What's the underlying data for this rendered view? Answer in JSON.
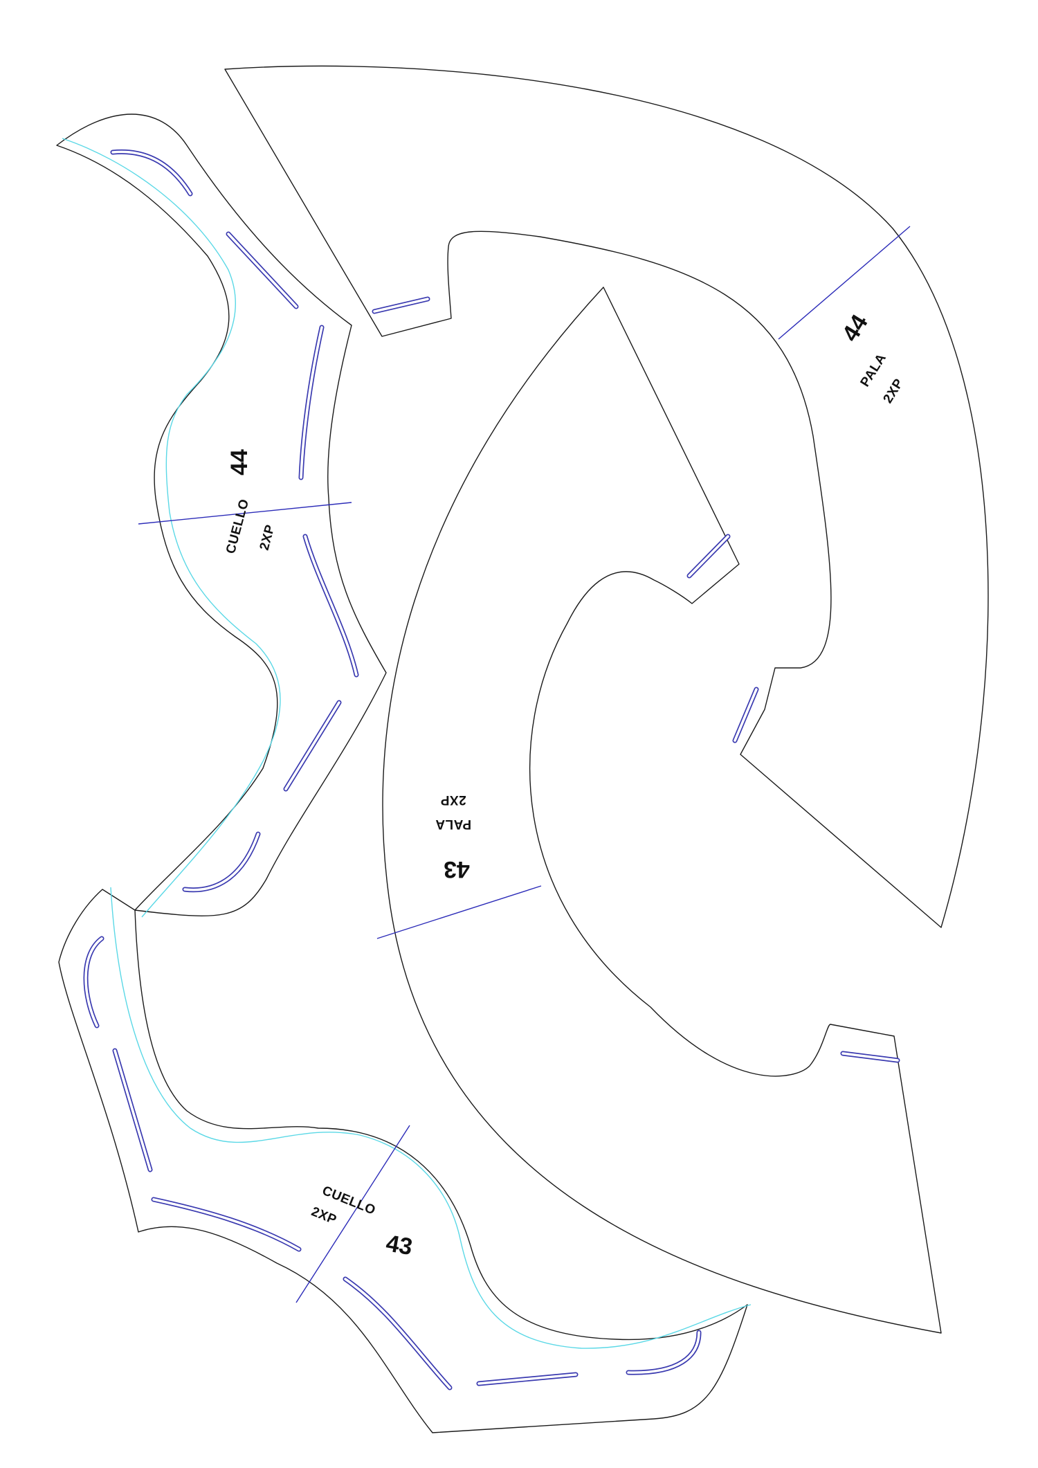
{
  "pieces": [
    {
      "id": "cuello-44",
      "size": "44",
      "name": "CUELLO",
      "qty": "2XP"
    },
    {
      "id": "pala-44",
      "size": "44",
      "name": "PALA",
      "qty": "2XP"
    },
    {
      "id": "pala-43",
      "size": "43",
      "name": "PALA",
      "qty": "2XP"
    },
    {
      "id": "cuello-43",
      "size": "43",
      "name": "CUELLO",
      "qty": "2XP"
    }
  ],
  "colors": {
    "outline": "#1a1a1a",
    "seam_line": "#5ad8e6",
    "grain_line": "#2b2bb8",
    "slot": "#3a3ab0"
  }
}
